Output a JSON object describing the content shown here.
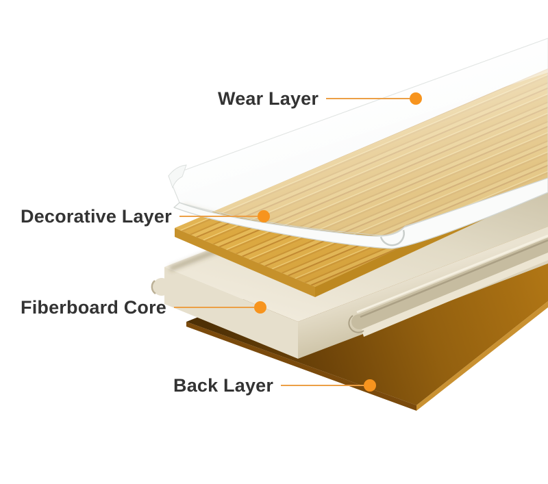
{
  "diagram": {
    "type": "layered-flooring-cross-section",
    "callouts": [
      {
        "id": "wear",
        "label": "Wear Layer"
      },
      {
        "id": "decorative",
        "label": "Decorative Layer"
      },
      {
        "id": "fiberboard",
        "label": "Fiberboard Core"
      },
      {
        "id": "back",
        "label": "Back Layer"
      }
    ],
    "colors": {
      "accent_dot": "#F7941E",
      "leader_line": "#EC9F45",
      "label_text": "#333333",
      "background": "#FFFFFF",
      "decorative_wood": "#D9A335",
      "fiberboard": "#E8E1CE",
      "back_layer": "#96600F",
      "wear_layer": "#F5F7F6"
    }
  }
}
